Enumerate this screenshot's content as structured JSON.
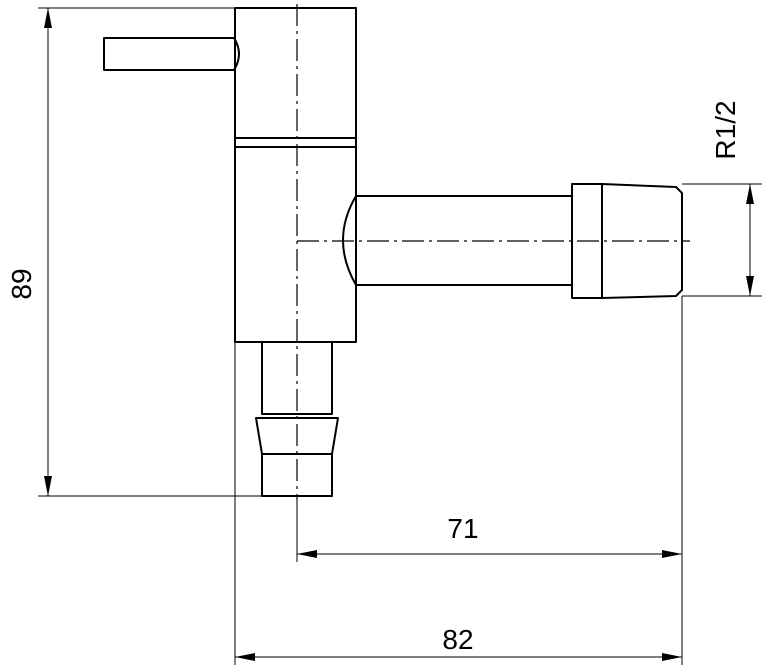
{
  "dimensions": {
    "height_label": "89",
    "outlet_offset_label": "71",
    "overall_width_label": "82",
    "thread_label": "R1/2"
  }
}
